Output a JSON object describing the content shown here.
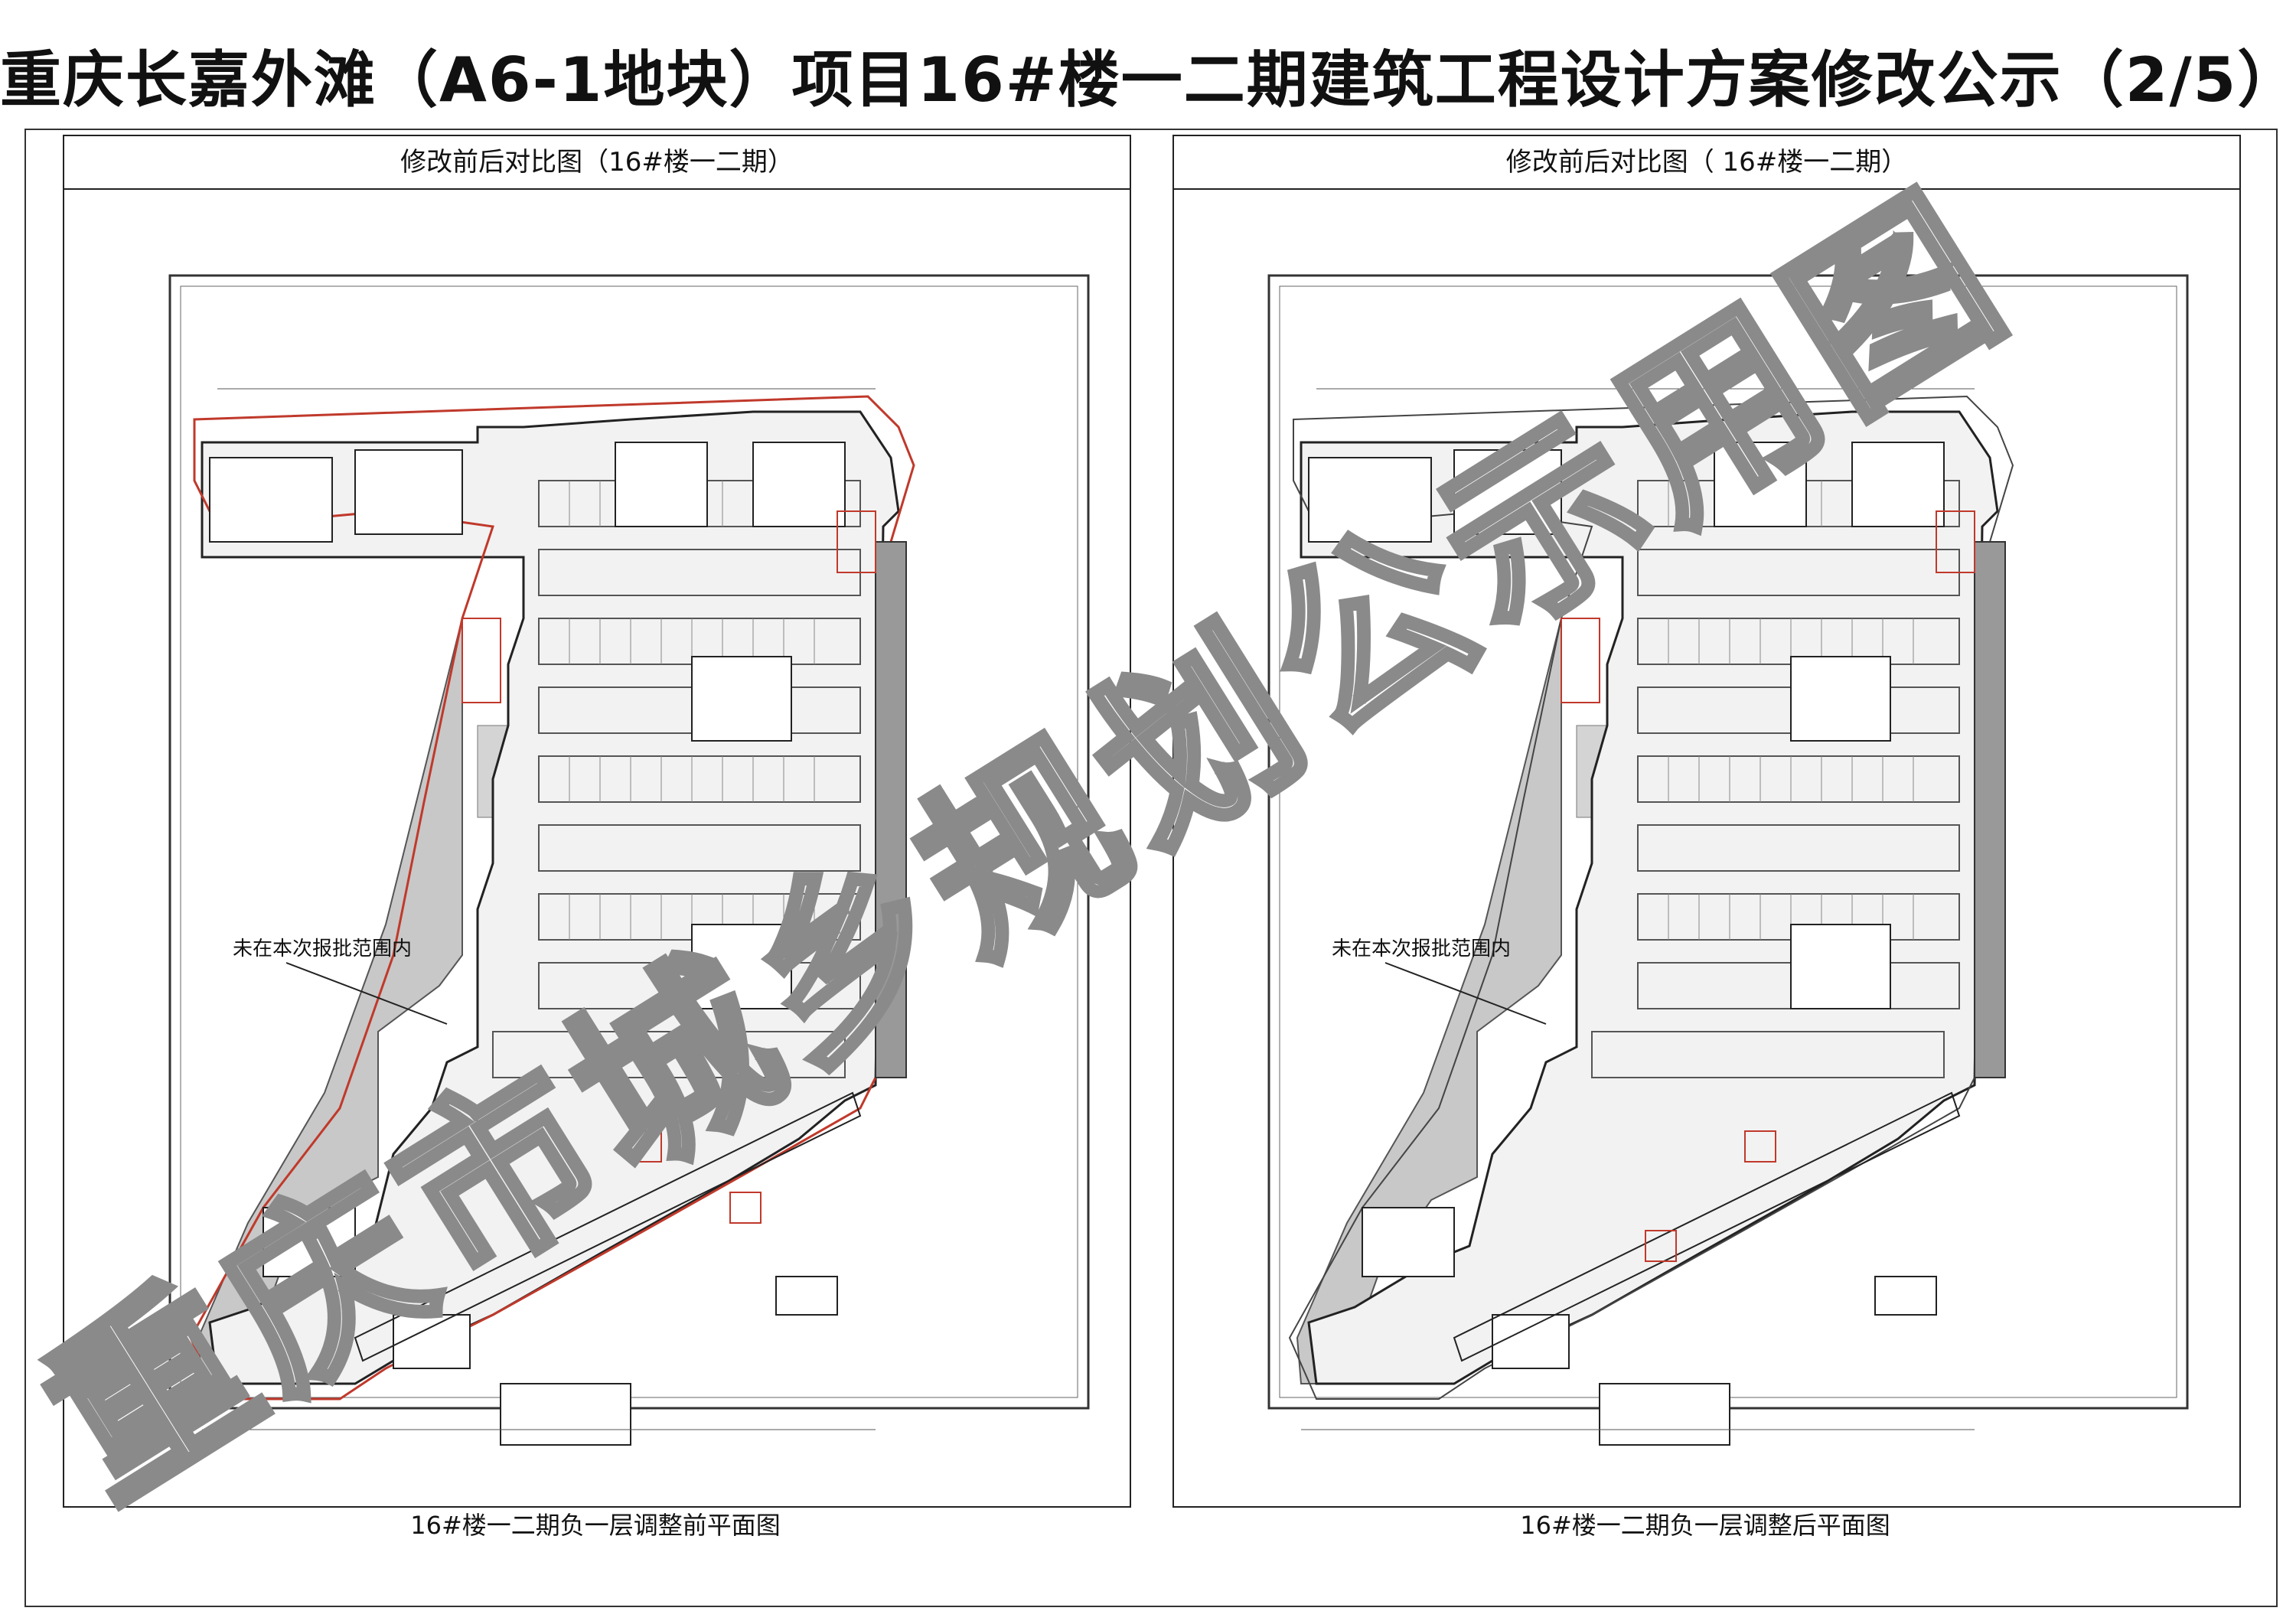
{
  "page": {
    "title": "重庆长嘉外滩（A6-1地块）项目16#楼一二期建筑工程设计方案修改公示（2/5）"
  },
  "panels": [
    {
      "header": "修改前后对比图（16#楼一二期）",
      "annotation": "未在本次报批范围内",
      "caption": "16#楼一二期负一层调整前平面图"
    },
    {
      "header": "修改前后对比图（ 16#楼一二期）",
      "annotation": "未在本次报批范围内",
      "caption": "16#楼一二期负一层调整后平面图"
    }
  ],
  "watermark": {
    "text": "重庆市城乡规划公示用图",
    "color": "#8a8a8a"
  },
  "colors": {
    "line": "#333333",
    "shade": "#c8c8c8",
    "red_boundary": "#c0392b"
  }
}
